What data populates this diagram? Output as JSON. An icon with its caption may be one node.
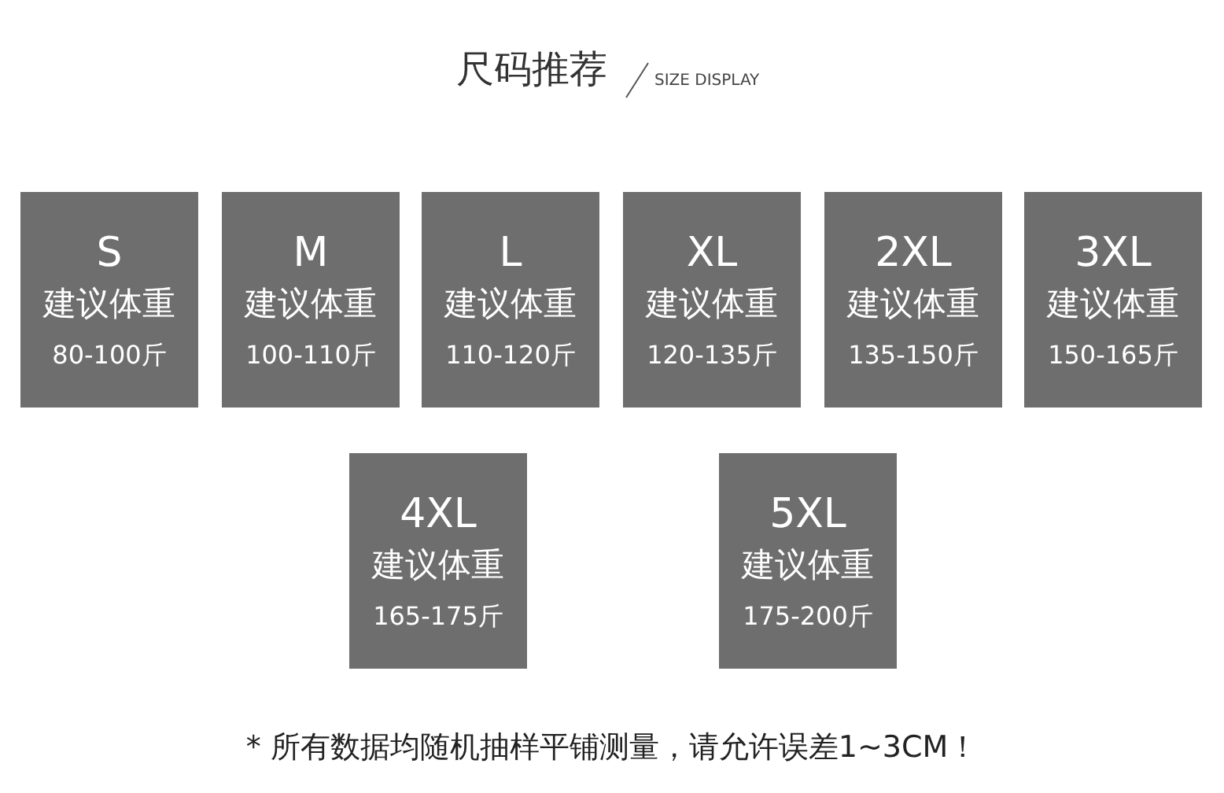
{
  "diagram": {
    "title": "尺码推荐",
    "caption": "* 所有数据均随机抽样平铺测量，请允许误差1~3CM！",
    "labels": [
      "SIZE DISPLAY"
    ],
    "nodes": [
      {
        "text": [
          "S",
          "建议体重",
          "80-100斤"
        ]
      },
      {
        "text": [
          "M",
          "建议体重",
          "100-110斤"
        ]
      },
      {
        "text": [
          "L",
          "建议体重",
          "110-120斤"
        ]
      },
      {
        "text": [
          "XL",
          "建议体重",
          "120-135斤"
        ]
      },
      {
        "text": [
          "2XL",
          "建议体重",
          "135-150斤"
        ]
      },
      {
        "text": [
          "3XL",
          "建议体重",
          "150-165斤"
        ]
      },
      {
        "text": [
          "4XL",
          "建议体重",
          "165-175斤"
        ]
      },
      {
        "text": [
          "5XL",
          "建议体重",
          "175-200斤"
        ]
      }
    ]
  }
}
